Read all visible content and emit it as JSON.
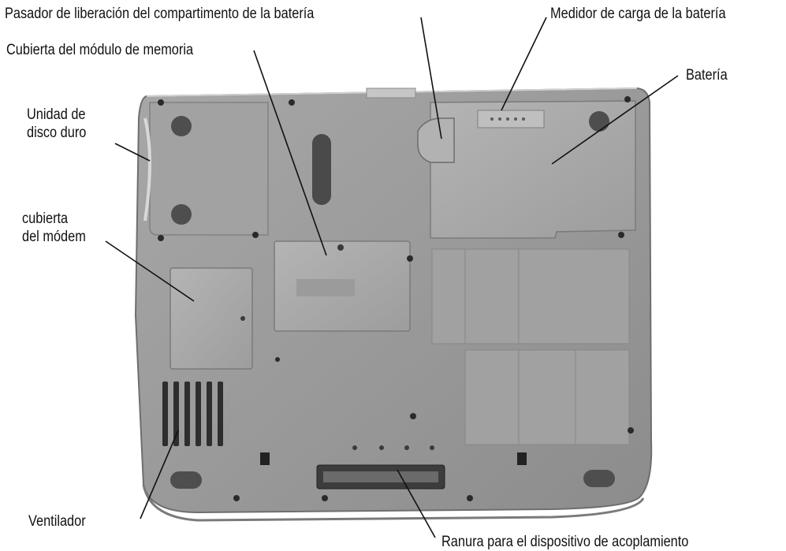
{
  "diagram": {
    "labels": {
      "battery_bay_latch": "Pasador de liberación del compartimento de la batería",
      "charge_gauge": "Medidor de carga de la batería",
      "memory_cover": "Cubierta del módulo de memoria",
      "battery": "Batería",
      "hard_drive_line1": "Unidad de",
      "hard_drive_line2": "disco duro",
      "modem_cover_line1": "cubierta",
      "modem_cover_line2": "del módem",
      "fan": "Ventilador",
      "docking_slot": "Ranura para el dispositivo de acoplamiento"
    },
    "colors": {
      "case": "#9c9c9c",
      "case_dark": "#7d7d7d",
      "panel": "#a9a9a9",
      "leader": "#111111",
      "text": "#111111"
    }
  }
}
